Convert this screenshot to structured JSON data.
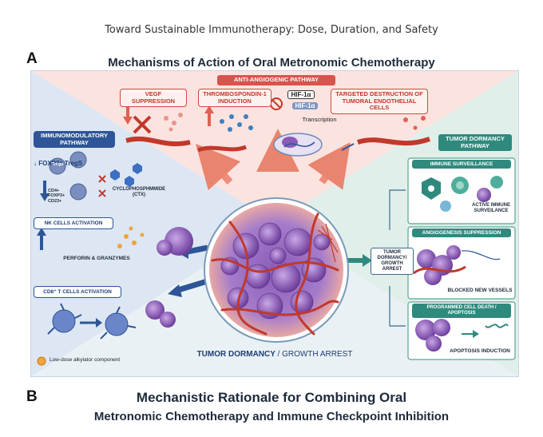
{
  "header": {
    "title": "Toward Sustainable Immunotherapy: Dose, Duration, and Safety"
  },
  "panel_a": {
    "letter": "A",
    "title": "Mechanisms of Action of Oral Metronomic Chemotherapy",
    "anti_angiogenic": {
      "heading": "ANTI-ANGIOGENIC PATHWAY",
      "vegf": "VEGF SUPPRESSION",
      "tsp": "THROMBOSPONDIN-1 INDUCTION",
      "hif_a": "HIF-1α",
      "hif_b": "HIF-1α",
      "transcription": "Transcription",
      "targeted": "TARGETED DESTRUCTION OF TUMORAL ENDOTHELIAL CELLS"
    },
    "immunomodulatory": {
      "heading": "IMMUNOMODULATORY PATHWAY",
      "foxp3": "↓ FOXP3⁺ TregS",
      "markers": "CD4+ FOXP3+ CD23+",
      "treg": "Tregs",
      "ctx": "CYCLOPHOSPHMMIDE (CTX)",
      "nk": "NK CELLS ACTIVATION",
      "perforin": "PERFORIN & GRANZYMES",
      "cd8": "CD8⁺ T CELLS ACTIVATION",
      "legend": "Low-dose alkylator component"
    },
    "dormancy": {
      "heading": "TUMOR DORMANCY PATHWAY",
      "immune_surveillance": "IMMUNE SURVEILLANCE",
      "active_immune": "ACTIVE IMMUNE SURVEILANCE",
      "angio_suppression": "ANGIOGENESIS SUPPRESSION",
      "blocked": "BLOCKED NEW VESSELS",
      "apoptosis_head": "PROGRAMMED CELL DEATH / APOPTOSIS",
      "apoptosis_induction": "APOPTOSIS INDUCTION",
      "arrest_box": "TUMOR DORMANCY/ GROWTH ARREST"
    },
    "center_label_a": "TUMOR DORMANCY",
    "center_label_b": "/ GROWTH ARREST"
  },
  "panel_b": {
    "letter": "B",
    "title_line1": "Mechanistic Rationale for Combining Oral",
    "title_line2": "Metronomic Chemotherapy and Immune Checkpoint Inhibition"
  },
  "colors": {
    "red_accent": "#c0392b",
    "blue_accent": "#2d5597",
    "green_accent": "#2f8a7e"
  }
}
